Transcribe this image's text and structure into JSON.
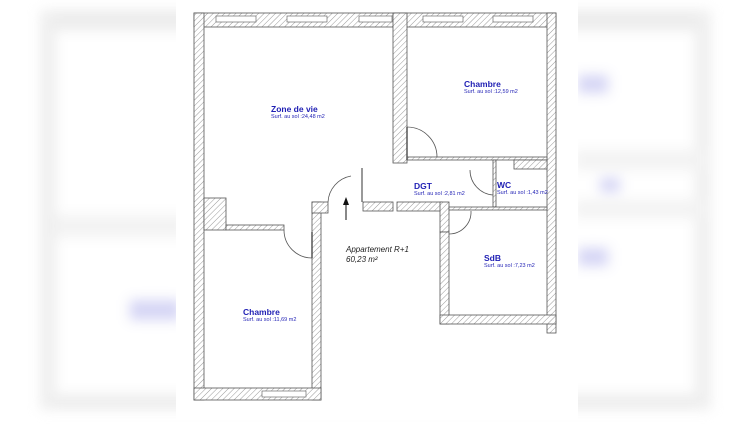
{
  "plan": {
    "apartment": {
      "name": "Appartement R+1",
      "total_area": "60,23 m²"
    },
    "rooms": [
      {
        "name": "Zone de vie",
        "surface": "Surf. au sol :24,48 m2"
      },
      {
        "name": "Chambre",
        "surface": "Surf. au sol :12,59 m2"
      },
      {
        "name": "DGT",
        "surface": "Surf. au sol :2,81 m2"
      },
      {
        "name": "WC",
        "surface": "Surf. au sol :1,43 m2"
      },
      {
        "name": "SdB",
        "surface": "Surf. au sol :7,23 m2"
      },
      {
        "name": "Chambre",
        "surface": "Surf. au sol :11,69 m2"
      }
    ],
    "entry_icon": "entry-arrow-icon",
    "colors": {
      "label": "#1f1fb4",
      "wall_line": "#555555",
      "hatch": "#9a9a9a",
      "background": "#ffffff"
    }
  }
}
